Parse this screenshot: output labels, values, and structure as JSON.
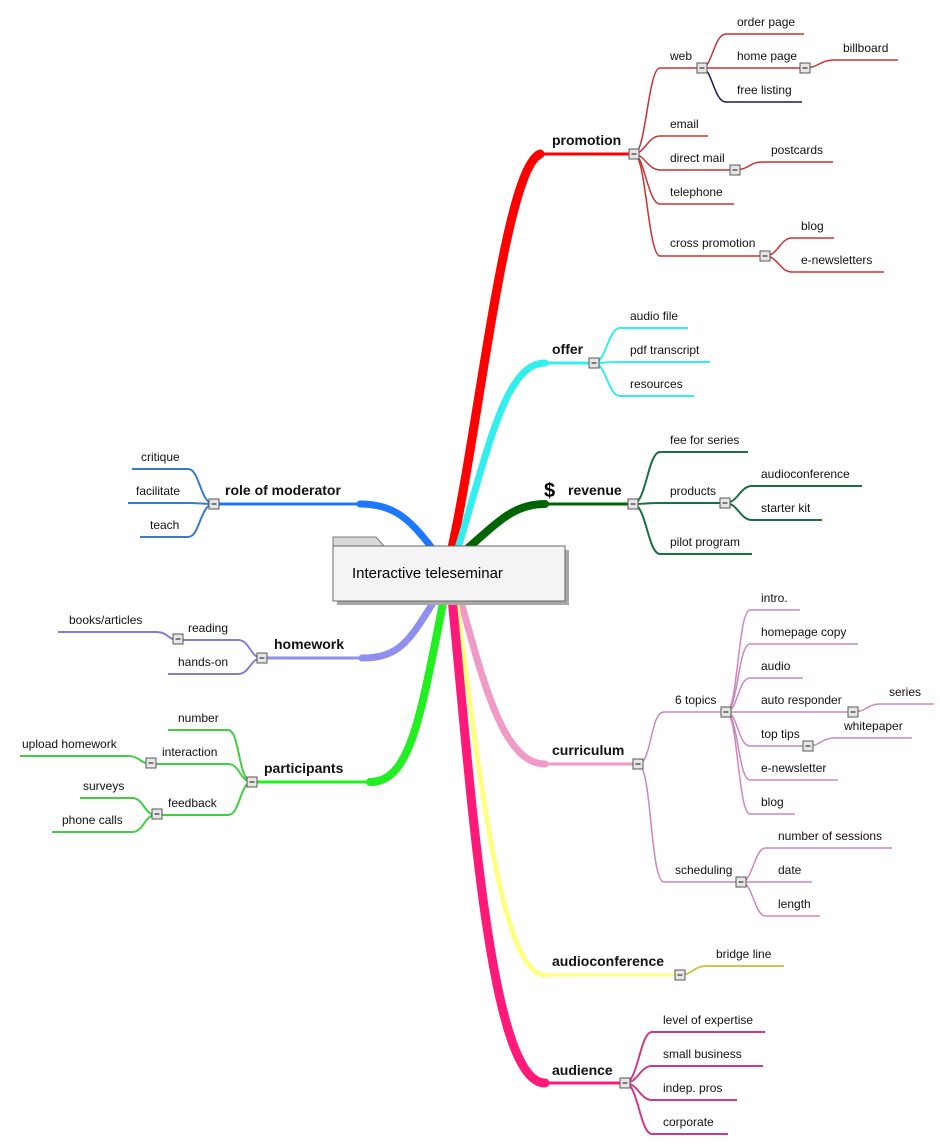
{
  "root": {
    "label": "Interactive teleseminar"
  },
  "colors": {
    "promotion": "#ff0000",
    "promotion_lines": "#c83232",
    "web_children": "#1a1a5a",
    "offer": "#33eeee",
    "revenue": "#006400",
    "revenue_lines": "#1a7040",
    "curriculum": "#f29ac7",
    "curriculum_lines": "#cc88bb",
    "audioconference": "#ffff80",
    "audioconference_lines": "#c8c850",
    "audience": "#ff1a7a",
    "audience_lines": "#cc3a8a",
    "moderator": "#1e78ff",
    "moderator_lines": "#3a7ac8",
    "homework": "#8f8fef",
    "homework_lines": "#8080cc",
    "participants": "#22ee22",
    "participants_lines": "#44cc44"
  },
  "branches": {
    "promotion": {
      "label": "promotion",
      "web": {
        "label": "web",
        "order_page": "order page",
        "home_page": "home page",
        "billboard": "billboard",
        "free_listing": "free listing"
      },
      "email": "email",
      "direct_mail": {
        "label": "direct mail",
        "postcards": "postcards"
      },
      "telephone": "telephone",
      "cross_promotion": {
        "label": "cross promotion",
        "blog": "blog",
        "enewsletters": "e-newsletters"
      }
    },
    "offer": {
      "label": "offer",
      "audio_file": "audio file",
      "pdf_transcript": "pdf transcript",
      "resources": "resources"
    },
    "revenue": {
      "label": "revenue",
      "icon": "dollar-icon",
      "symbol": "$",
      "fee_for_series": "fee for series",
      "products": {
        "label": "products",
        "audioconference": "audioconference",
        "starter_kit": "starter kit"
      },
      "pilot_program": "pilot program"
    },
    "curriculum": {
      "label": "curriculum",
      "six_topics": {
        "label": "6 topics",
        "intro": "intro.",
        "homepage_copy": "homepage copy",
        "audio": "audio",
        "auto_responder": {
          "label": "auto responder",
          "series": "series"
        },
        "top_tips": {
          "label": "top tips",
          "whitepaper": "whitepaper"
        },
        "enewsletter": "e-newsletter",
        "blog": "blog"
      },
      "scheduling": {
        "label": "scheduling",
        "number_of_sessions": "number of sessions",
        "date": "date",
        "length": "length"
      }
    },
    "audioconference": {
      "label": "audioconference",
      "bridge_line": "bridge line"
    },
    "audience": {
      "label": "audience",
      "level_of_expertise": "level of expertise",
      "small_business": "small business",
      "indep_pros": "indep. pros",
      "corporate": "corporate"
    },
    "role_of_moderator": {
      "label": "role of moderator",
      "critique": "critique",
      "facilitate": "facilitate",
      "teach": "teach"
    },
    "homework": {
      "label": "homework",
      "reading": {
        "label": "reading",
        "books_articles": "books/articles"
      },
      "hands_on": "hands-on"
    },
    "participants": {
      "label": "participants",
      "number": "number",
      "interaction": {
        "label": "interaction",
        "upload_homework": "upload homework"
      },
      "feedback": {
        "label": "feedback",
        "surveys": "surveys",
        "phone_calls": "phone calls"
      }
    }
  }
}
